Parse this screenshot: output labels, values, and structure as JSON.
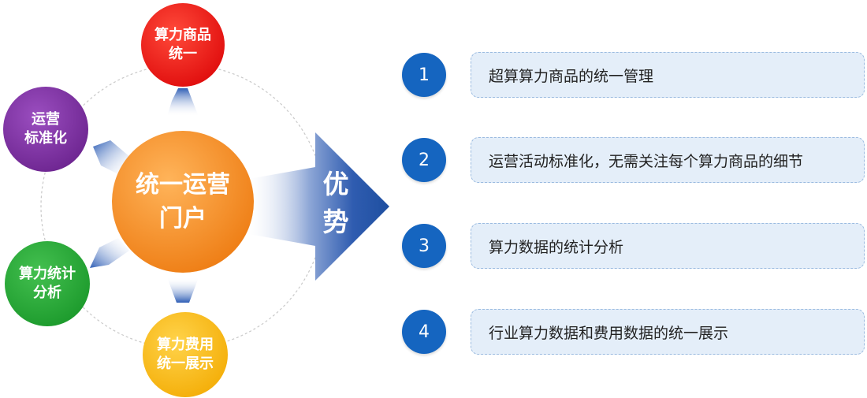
{
  "center": {
    "label": "统一运营\n门户",
    "color": "#f18a25"
  },
  "nodes": [
    {
      "key": "goods",
      "label": "算力商品\n统一",
      "color": "#e81414"
    },
    {
      "key": "ops",
      "label": "运营\n标准化",
      "color": "#7b2e9c"
    },
    {
      "key": "stats",
      "label": "算力统计\n分析",
      "color": "#23a334"
    },
    {
      "key": "cost",
      "label": "算力费用\n统一展示",
      "color": "#f8b80f"
    }
  ],
  "advantage": {
    "label": "优\n势",
    "color": "#1e4fa0"
  },
  "items": [
    {
      "number": "1",
      "text": "超算算力商品的统一管理"
    },
    {
      "number": "2",
      "text": "运营活动标准化，无需关注每个算力商品的细节"
    },
    {
      "number": "3",
      "text": "算力数据的统计分析"
    },
    {
      "number": "4",
      "text": "行业算力数据和费用数据的统一展示"
    }
  ]
}
